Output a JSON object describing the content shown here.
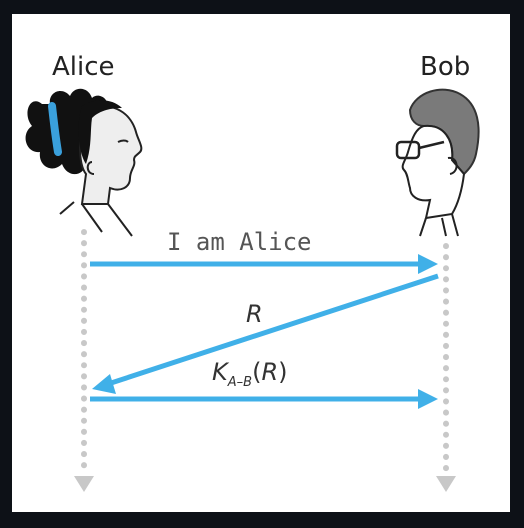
{
  "participants": {
    "alice": {
      "name": "Alice"
    },
    "bob": {
      "name": "Bob"
    }
  },
  "messages": [
    {
      "from": "Alice",
      "to": "Bob",
      "label": "I am Alice"
    },
    {
      "from": "Bob",
      "to": "Alice",
      "label": "R"
    },
    {
      "from": "Alice",
      "to": "Bob",
      "label_key": "K",
      "label_sub": "A–B",
      "label_arg": "R"
    }
  ],
  "colors": {
    "arrow": "#40b0e8",
    "lifeline": "#c8c8c8",
    "hair": "#111111",
    "headband": "#3aa0dc",
    "bob_hair": "#7a7a7a"
  }
}
